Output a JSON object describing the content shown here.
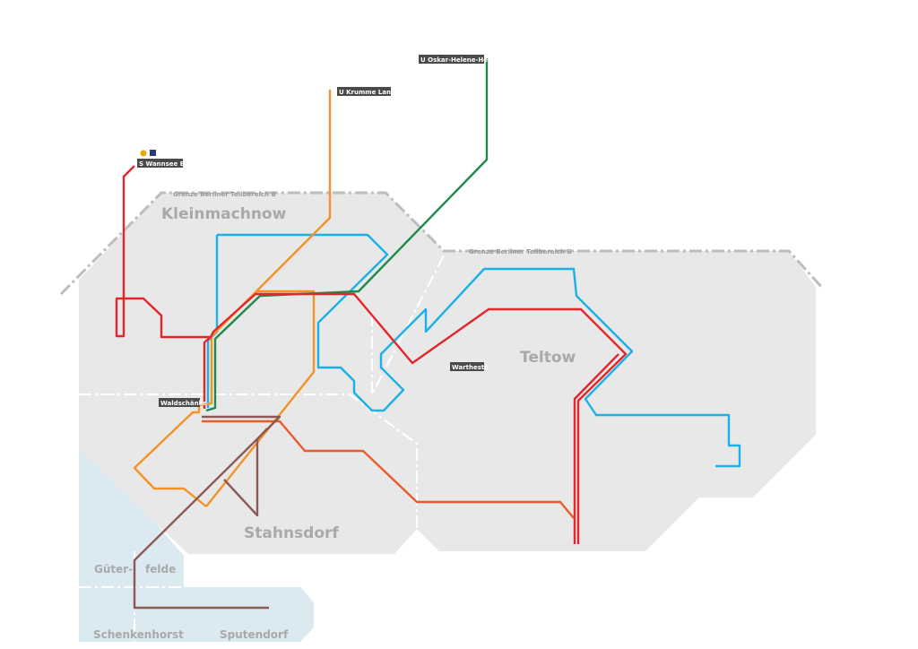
{
  "map": {
    "regions": {
      "kleinmachnow": "Kleinmachnow",
      "teltow": "Teltow",
      "stahnsdorf": "Stahnsdorf",
      "gueterfelde_1": "Güter-",
      "gueterfelde_2": "felde",
      "schenkenhorst": "Schenkenhorst",
      "sputendorf": "Sputendorf"
    },
    "borders": {
      "left": "Grenze Berliner Teilbereich B",
      "right": "Grenze Berliner Teilbereich B"
    },
    "stations": {
      "wannsee": "S Wannsee Bhf",
      "krumme_lanke": "U Krumme Lanke",
      "oskar_helene_heim": "U Oskar-Helene-Heim",
      "waldschaenke": "Waldschänke",
      "warthestr": "Warthestr."
    },
    "colors": {
      "area": "#e8e8e8",
      "water_area": "#dbe9f1",
      "red": "#e3262b",
      "orange": "#f39325",
      "green": "#1f8a4c",
      "blue": "#1ab0e8",
      "orange_red": "#ea5a2a",
      "brown": "#8b5a55",
      "label_bg": "#4a4a4a"
    }
  }
}
